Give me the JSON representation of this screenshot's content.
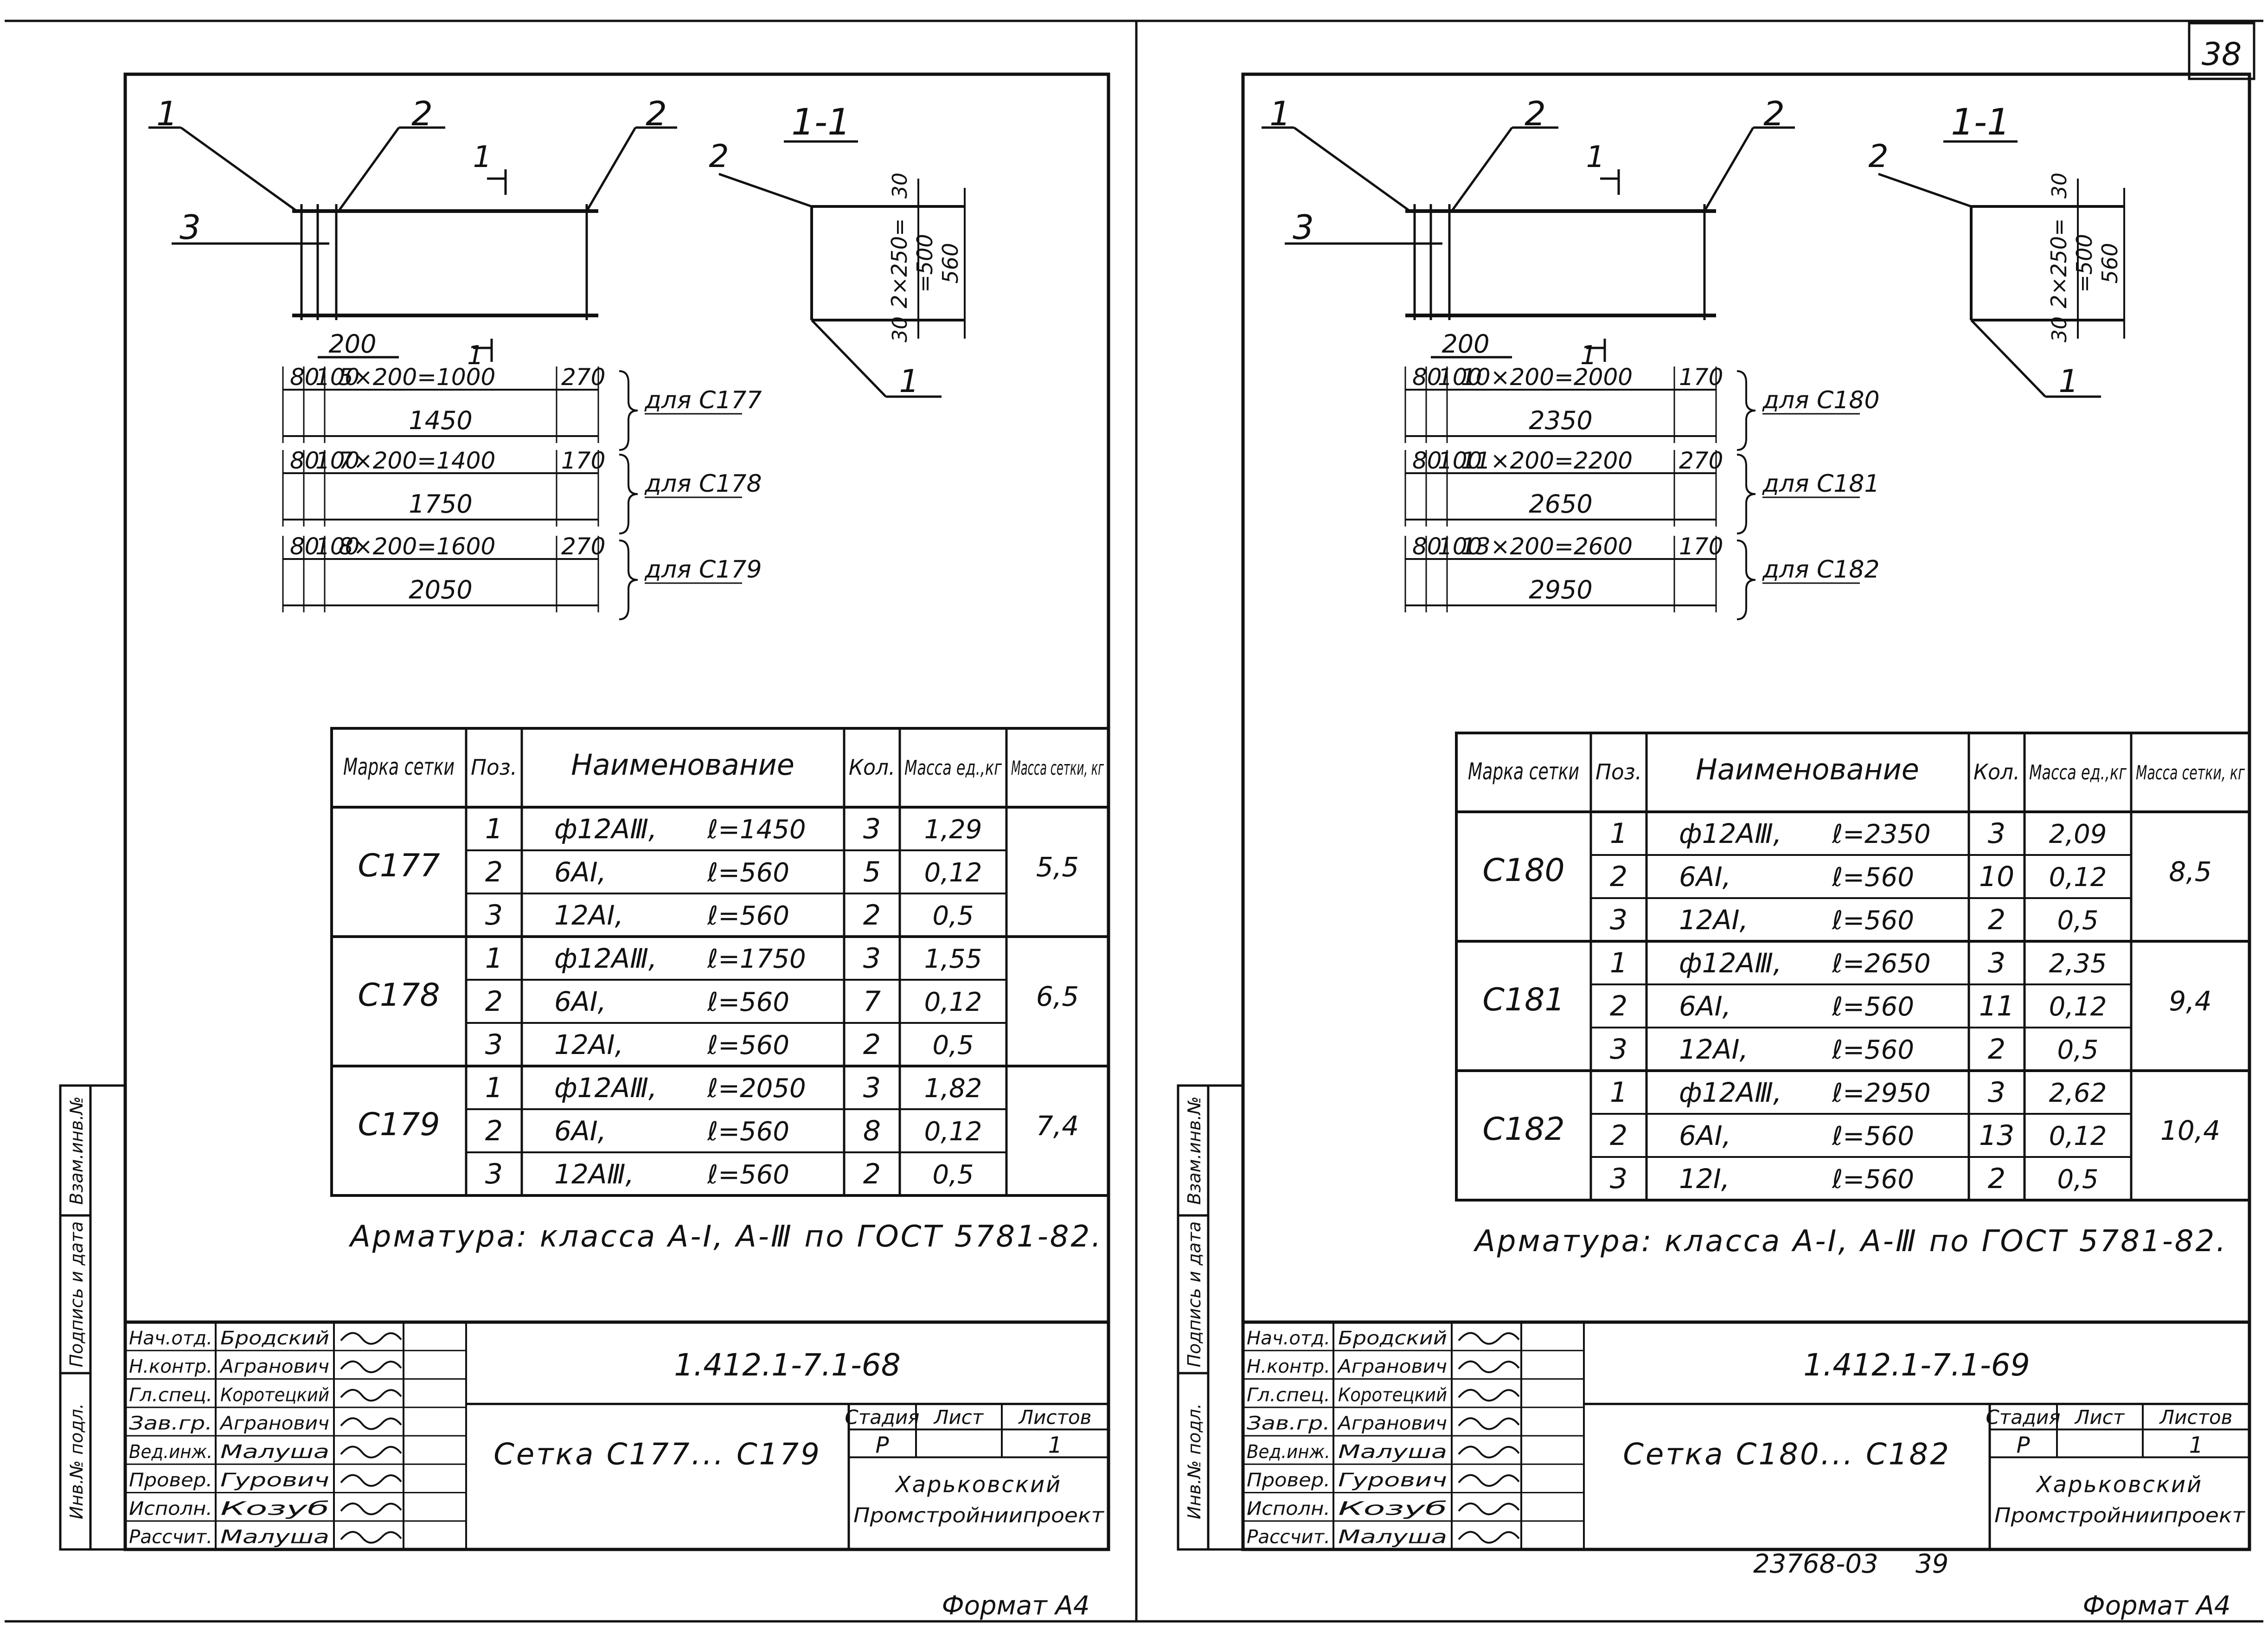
{
  "page_number": "38",
  "sheets": [
    {
      "callouts": {
        "p1": "1",
        "p2a": "2",
        "p2b": "2",
        "p3": "3",
        "cut": "1",
        "cut_bottom": "1"
      },
      "section": {
        "title": "1-1",
        "pos_top": "2",
        "pos_bottom": "1",
        "dim_top": "30",
        "dim_mid": "2×250=",
        "dim_mid2": "=500",
        "dim_total": "560",
        "dim_bottom": "30"
      },
      "spacing_label": "200",
      "dims": [
        {
          "a": "80",
          "b": "100",
          "span": "5×200=1000",
          "end": "270",
          "total": "1450",
          "for": "для С177"
        },
        {
          "a": "80",
          "b": "100",
          "span": "7×200=1400",
          "end": "170",
          "total": "1750",
          "for": "для С178"
        },
        {
          "a": "80",
          "b": "100",
          "span": "8×200=1600",
          "end": "270",
          "total": "2050",
          "for": "для С179"
        }
      ],
      "table": {
        "headers": {
          "mark": "Марка сетки",
          "pos": "Поз.",
          "name": "Наименование",
          "qty": "Кол.",
          "unit_mass": "Масса ед.,кг",
          "mesh_mass": "Масса сетки, кг"
        },
        "groups": [
          {
            "mark": "С177",
            "mass": "5,5",
            "rows": [
              {
                "pos": "1",
                "name": "ф12АⅢ,",
                "len": "ℓ=1450",
                "qty": "3",
                "m": "1,29"
              },
              {
                "pos": "2",
                "name": "6АⅠ,",
                "len": "ℓ=560",
                "qty": "5",
                "m": "0,12"
              },
              {
                "pos": "3",
                "name": "12АⅠ,",
                "len": "ℓ=560",
                "qty": "2",
                "m": "0,5"
              }
            ]
          },
          {
            "mark": "С178",
            "mass": "6,5",
            "rows": [
              {
                "pos": "1",
                "name": "ф12АⅢ,",
                "len": "ℓ=1750",
                "qty": "3",
                "m": "1,55"
              },
              {
                "pos": "2",
                "name": "6АⅠ,",
                "len": "ℓ=560",
                "qty": "7",
                "m": "0,12"
              },
              {
                "pos": "3",
                "name": "12АⅠ,",
                "len": "ℓ=560",
                "qty": "2",
                "m": "0,5"
              }
            ]
          },
          {
            "mark": "С179",
            "mass": "7,4",
            "rows": [
              {
                "pos": "1",
                "name": "ф12АⅢ,",
                "len": "ℓ=2050",
                "qty": "3",
                "m": "1,82"
              },
              {
                "pos": "2",
                "name": "6АⅠ,",
                "len": "ℓ=560",
                "qty": "8",
                "m": "0,12"
              },
              {
                "pos": "3",
                "name": "12АⅢ,",
                "len": "ℓ=560",
                "qty": "2",
                "m": "0,5"
              }
            ]
          }
        ]
      },
      "note": "Арматура: класса А-Ⅰ, А-Ⅲ по ГОСТ 5781-82.",
      "stamp": {
        "code": "1.412.1-7.1-68",
        "title": "Сетка С177... С179",
        "stage_h": "Стадия",
        "sheet_h": "Лист",
        "sheets_h": "Листов",
        "stage": "Р",
        "sheets": "1",
        "org1": "Харьковский",
        "org2": "Промстройниипроект",
        "people": [
          {
            "role": "Нач.отд.",
            "name": "Бродский"
          },
          {
            "role": "Н.контр.",
            "name": "Агранович"
          },
          {
            "role": "Гл.спец.",
            "name": "Коротецкий"
          },
          {
            "role": "Зав.гр.",
            "name": "Агранович"
          },
          {
            "role": "Вед.инж.",
            "name": "Малуша"
          },
          {
            "role": "Провер.",
            "name": "Гурович"
          },
          {
            "role": "Исполн.",
            "name": "Козуб"
          },
          {
            "role": "Рассчит.",
            "name": "Малуша"
          }
        ]
      },
      "side": {
        "a": "Взам.инв.№",
        "b": "Подпись и дата",
        "c": "Инв.№ подл."
      },
      "format": "Формат А4"
    },
    {
      "callouts": {
        "p1": "1",
        "p2a": "2",
        "p2b": "2",
        "p3": "3",
        "cut": "1",
        "cut_bottom": "1"
      },
      "section": {
        "title": "1-1",
        "pos_top": "2",
        "pos_bottom": "1",
        "dim_top": "30",
        "dim_mid": "2×250=",
        "dim_mid2": "=500",
        "dim_total": "560",
        "dim_bottom": "30"
      },
      "spacing_label": "200",
      "dims": [
        {
          "a": "80",
          "b": "100",
          "span": "10×200=2000",
          "end": "170",
          "total": "2350",
          "for": "для С180"
        },
        {
          "a": "80",
          "b": "100",
          "span": "11×200=2200",
          "end": "270",
          "total": "2650",
          "for": "для С181"
        },
        {
          "a": "80",
          "b": "100",
          "span": "13×200=2600",
          "end": "170",
          "total": "2950",
          "for": "для С182"
        }
      ],
      "table": {
        "headers": {
          "mark": "Марка сетки",
          "pos": "Поз.",
          "name": "Наименование",
          "qty": "Кол.",
          "unit_mass": "Масса ед.,кг",
          "mesh_mass": "Масса сетки, кг"
        },
        "groups": [
          {
            "mark": "С180",
            "mass": "8,5",
            "rows": [
              {
                "pos": "1",
                "name": "ф12АⅢ,",
                "len": "ℓ=2350",
                "qty": "3",
                "m": "2,09"
              },
              {
                "pos": "2",
                "name": "6АⅠ,",
                "len": "ℓ=560",
                "qty": "10",
                "m": "0,12"
              },
              {
                "pos": "3",
                "name": "12АⅠ,",
                "len": "ℓ=560",
                "qty": "2",
                "m": "0,5"
              }
            ]
          },
          {
            "mark": "С181",
            "mass": "9,4",
            "rows": [
              {
                "pos": "1",
                "name": "ф12АⅢ,",
                "len": "ℓ=2650",
                "qty": "3",
                "m": "2,35"
              },
              {
                "pos": "2",
                "name": "6АⅠ,",
                "len": "ℓ=560",
                "qty": "11",
                "m": "0,12"
              },
              {
                "pos": "3",
                "name": "12АⅠ,",
                "len": "ℓ=560",
                "qty": "2",
                "m": "0,5"
              }
            ]
          },
          {
            "mark": "С182",
            "mass": "10,4",
            "rows": [
              {
                "pos": "1",
                "name": "ф12АⅢ,",
                "len": "ℓ=2950",
                "qty": "3",
                "m": "2,62"
              },
              {
                "pos": "2",
                "name": "6АⅠ,",
                "len": "ℓ=560",
                "qty": "13",
                "m": "0,12"
              },
              {
                "pos": "3",
                "name": "12Ⅰ,",
                "len": "ℓ=560",
                "qty": "2",
                "m": "0,5"
              }
            ]
          }
        ]
      },
      "note": "Арматура: класса А-Ⅰ, А-Ⅲ по ГОСТ 5781-82.",
      "stamp": {
        "code": "1.412.1-7.1-69",
        "title": "Сетка С180... С182",
        "stage_h": "Стадия",
        "sheet_h": "Лист",
        "sheets_h": "Листов",
        "stage": "Р",
        "sheets": "1",
        "org1": "Харьковский",
        "org2": "Промстройниипроект",
        "people": [
          {
            "role": "Нач.отд.",
            "name": "Бродский"
          },
          {
            "role": "Н.контр.",
            "name": "Агранович"
          },
          {
            "role": "Гл.спец.",
            "name": "Коротецкий"
          },
          {
            "role": "Зав.гр.",
            "name": "Агранович"
          },
          {
            "role": "Вед.инж.",
            "name": "Малуша"
          },
          {
            "role": "Провер.",
            "name": "Гурович"
          },
          {
            "role": "Исполн.",
            "name": "Козуб"
          },
          {
            "role": "Рассчит.",
            "name": "Малуша"
          }
        ]
      },
      "side": {
        "a": "Взам.инв.№",
        "b": "Подпись и дата",
        "c": "Инв.№ подл."
      },
      "format": "Формат А4"
    }
  ],
  "inventory_number": "23768-03",
  "inventory_page": "39"
}
